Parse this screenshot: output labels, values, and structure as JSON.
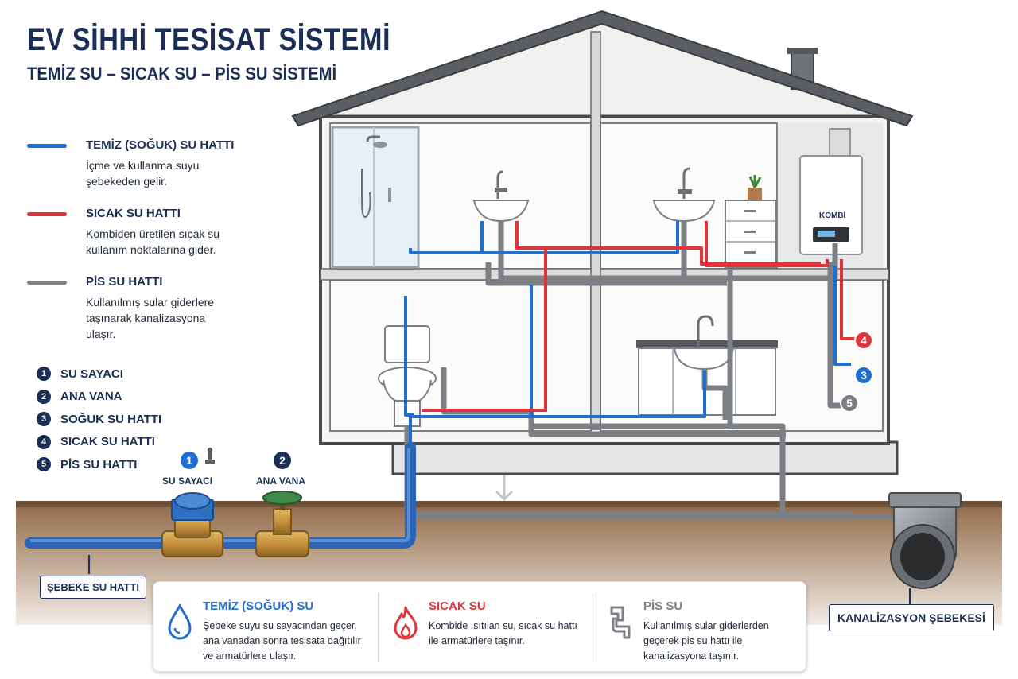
{
  "header": {
    "title": "EV SİHHİ TESİSAT SİSTEMİ",
    "subtitle": "TEMİZ SU – SICAK SU – PİS SU SİSTEMİ"
  },
  "legend": [
    {
      "title": "TEMİZ (SOĞUK) SU HATTI",
      "description": "İçme ve kullanma suyu şebekeden gelir.",
      "color": "#1f6fd1"
    },
    {
      "title": "SICAK SU HATTI",
      "description": "Kombiden üretilen sıcak su kullanım noktalarına gider.",
      "color": "#e0343a"
    },
    {
      "title": "PİS SU HATTI",
      "description": "Kullanılmış sular giderlere taşınarak kanalizasyona ulaşır.",
      "color": "#7c7f84"
    }
  ],
  "numbered_list": [
    {
      "num": "1",
      "label": "SU SAYACI"
    },
    {
      "num": "2",
      "label": "ANA VANA"
    },
    {
      "num": "3",
      "label": "SOĞUK SU HATTI"
    },
    {
      "num": "4",
      "label": "SICAK SU HATTI"
    },
    {
      "num": "5",
      "label": "PİS SU HATTI"
    }
  ],
  "diagram_labels": {
    "meter_num": "1",
    "meter_label": "SU SAYACI",
    "valve_num": "2",
    "valve_label": "ANA VANA",
    "boiler_label": "KOMBİ",
    "mains_label": "ŞEBEKE SU HATTI",
    "sewer_label": "KANALİZASYON ŞEBEKESİ",
    "callout_hot": "4",
    "callout_cold": "3",
    "callout_waste": "5"
  },
  "info_panel": [
    {
      "title": "TEMİZ (SOĞUK) SU",
      "text": [
        "Şebeke suyu su sayacından geçer,",
        "ana vanadan sonra tesisata dağıtılır",
        "ve armatürlere ulaşır."
      ],
      "color": "#1f6fd1",
      "icon": "water-drop-icon"
    },
    {
      "title": "SICAK SU",
      "text": [
        "Kombide ısıtılan su, sıcak su hattı",
        "ile armatürlere taşınır."
      ],
      "color": "#e0343a",
      "icon": "flame-icon"
    },
    {
      "title": "PİS SU",
      "text": [
        "Kullanılmış sular giderlerden",
        "geçerek pis su hattı ile",
        "kanalizasyona taşınır."
      ],
      "color": "#7c7f84",
      "icon": "drain-pipe-icon"
    }
  ],
  "colors": {
    "navy": "#1c2e55",
    "cold": "#1f6fd1",
    "hot": "#e0343a",
    "waste": "#7c7f84",
    "soil": "#8a6a4c"
  }
}
